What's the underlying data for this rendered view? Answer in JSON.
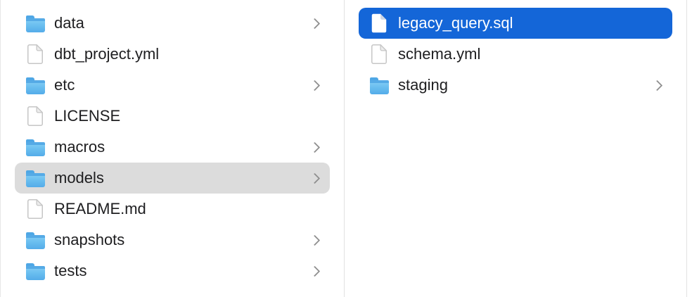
{
  "app": "finder-column-view",
  "colors": {
    "selection_primary_blue": "#1466d8",
    "selection_secondary_gray": "#dcdcdc",
    "divider_gray": "#e2e2e2",
    "text_dark": "#1e1e20",
    "text_on_selection": "#ffffff",
    "chevron_gray": "#8f8f8f",
    "folder_blue_light": "#87d0f6",
    "folder_blue_dark": "#54ace9"
  },
  "columns": [
    {
      "name": "left-column",
      "items": [
        {
          "label": "data",
          "type": "folder",
          "chevron": true,
          "selected": "none"
        },
        {
          "label": "dbt_project.yml",
          "type": "file",
          "chevron": false,
          "selected": "none"
        },
        {
          "label": "etc",
          "type": "folder",
          "chevron": true,
          "selected": "none"
        },
        {
          "label": "LICENSE",
          "type": "file",
          "chevron": false,
          "selected": "none"
        },
        {
          "label": "macros",
          "type": "folder",
          "chevron": true,
          "selected": "none"
        },
        {
          "label": "models",
          "type": "folder",
          "chevron": true,
          "selected": "secondary"
        },
        {
          "label": "README.md",
          "type": "file",
          "chevron": false,
          "selected": "none"
        },
        {
          "label": "snapshots",
          "type": "folder",
          "chevron": true,
          "selected": "none"
        },
        {
          "label": "tests",
          "type": "folder",
          "chevron": true,
          "selected": "none"
        }
      ]
    },
    {
      "name": "right-column",
      "items": [
        {
          "label": "legacy_query.sql",
          "type": "file",
          "chevron": false,
          "selected": "primary"
        },
        {
          "label": "schema.yml",
          "type": "file",
          "chevron": false,
          "selected": "none"
        },
        {
          "label": "staging",
          "type": "folder",
          "chevron": true,
          "selected": "none"
        }
      ]
    }
  ]
}
